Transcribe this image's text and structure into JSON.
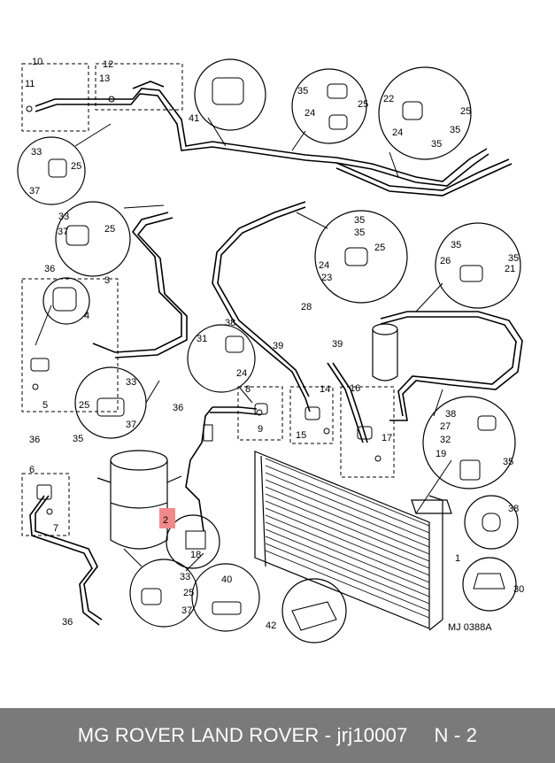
{
  "diagram": {
    "code": "MJ 0388A",
    "callouts": [
      "1",
      "2",
      "3",
      "4",
      "5",
      "6",
      "7",
      "8",
      "9",
      "10",
      "11",
      "12",
      "13",
      "14",
      "15",
      "16",
      "17",
      "18",
      "19",
      "21",
      "22",
      "23",
      "24",
      "25",
      "26",
      "27",
      "28",
      "30",
      "31",
      "32",
      "33",
      "35",
      "36",
      "37",
      "38",
      "39",
      "40",
      "41",
      "42"
    ],
    "highlighted_part": "2",
    "highlight_color": "#f08a8a"
  },
  "footer": {
    "title": "MG ROVER LAND ROVER - jrj10007",
    "page": "N - 2",
    "background": "#7a7a7a"
  }
}
